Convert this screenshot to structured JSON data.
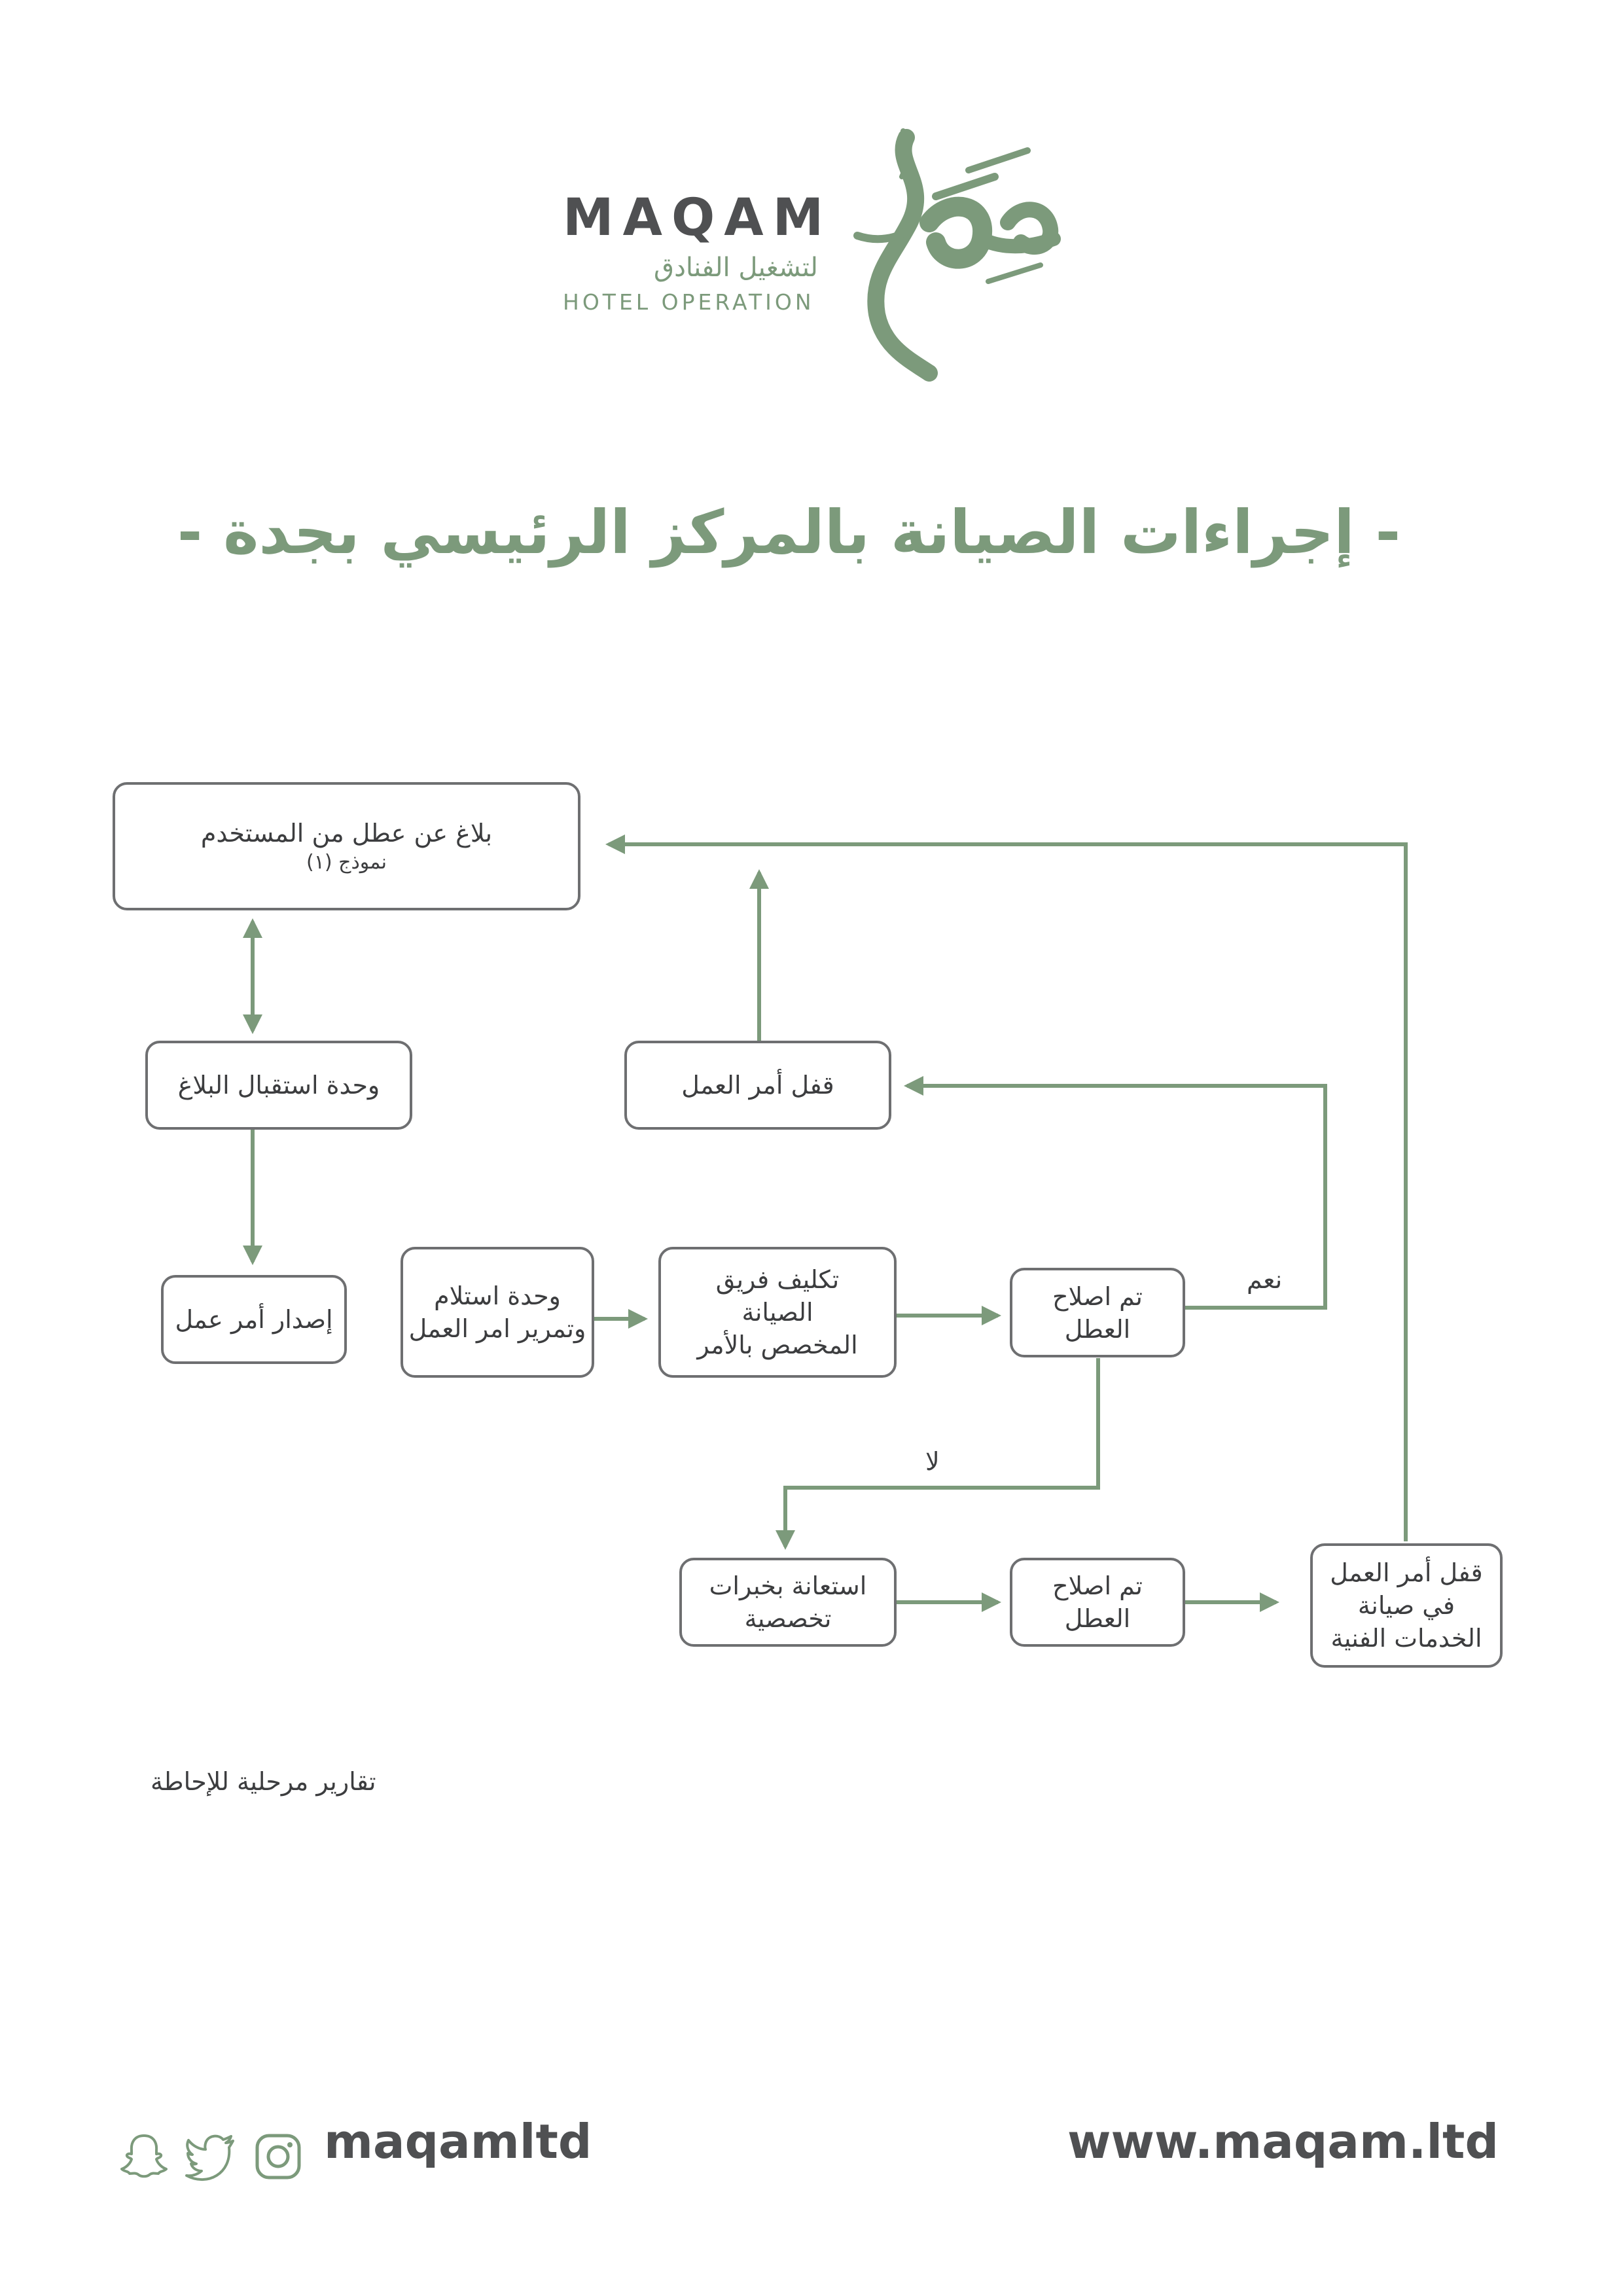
{
  "brand": {
    "name": "MAQAM",
    "arabic": "لتشغيل الفنادق",
    "subtitle": "HOTEL OPERATION",
    "logo_mark": "مقام",
    "accent_color": "#7c9a7b",
    "text_color": "#4f5052"
  },
  "title": "- إجراءات الصيانة بالمركز الرئيسي بجدة -",
  "nodes": {
    "report": {
      "line1": "بلاغ عن عطل من المستخدم",
      "line2": "نموذج (١)"
    },
    "reception": {
      "line1": "وحدة استقبال البلاغ"
    },
    "issue_order": {
      "line1": "إصدار أمر عمل"
    },
    "receive_order": {
      "line1": "وحدة استلام",
      "line2": "وتمرير امر العمل"
    },
    "assign_team": {
      "line1": "تكليف فريق",
      "line2": "الصيانة",
      "line3": "المخصص بالأمر"
    },
    "fixed_1": {
      "line1": "تم اصلاح",
      "line2": "العطل"
    },
    "close_order": {
      "line1": "قفل أمر العمل"
    },
    "specialists": {
      "line1": "استعانة بخبرات",
      "line2": "تخصصية"
    },
    "fixed_2": {
      "line1": "تم اصلاح",
      "line2": "العطل"
    },
    "close_technical": {
      "line1": "قفل أمر العمل",
      "line2": "في صيانة",
      "line3": "الخدمات الفنية"
    }
  },
  "edge_labels": {
    "yes": "نعم",
    "no": "لا"
  },
  "footnote": "تقارير مرحلية للإحاطة",
  "footer": {
    "handle": "maqamltd",
    "url": "www.maqam.ltd",
    "icons": [
      "snapchat-icon",
      "twitter-icon",
      "instagram-icon"
    ]
  }
}
